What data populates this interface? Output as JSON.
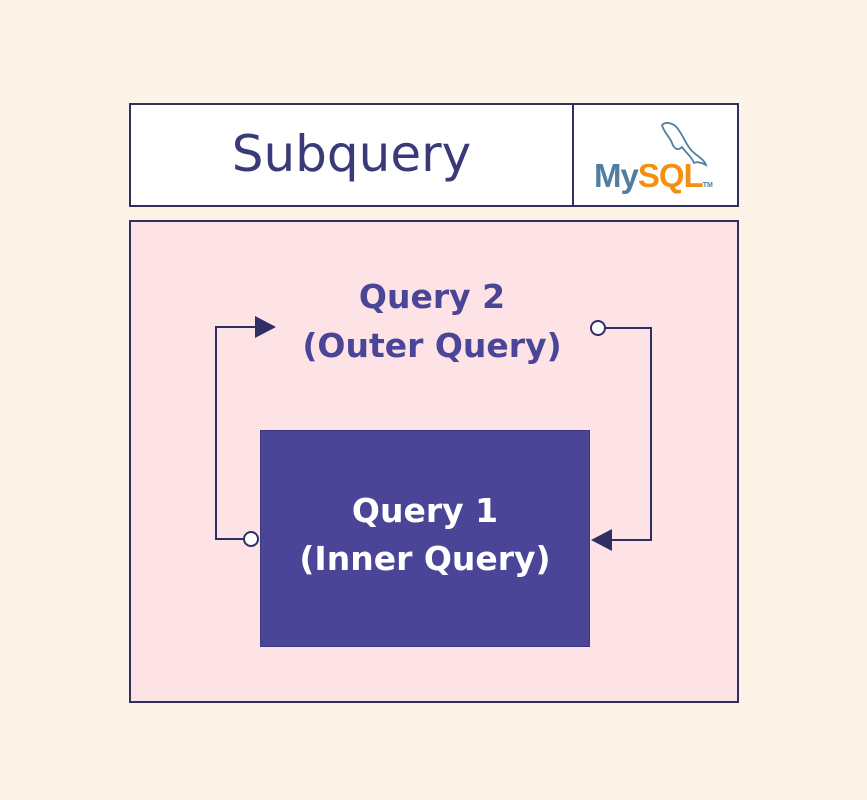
{
  "header": {
    "title": "Subquery",
    "logo": {
      "my": "My",
      "sql": "SQL",
      "tm": "TM"
    }
  },
  "outer_query": {
    "line1": "Query 2",
    "line2": "(Outer Query)"
  },
  "inner_query": {
    "line1": "Query 1",
    "line2": "(Inner Query)"
  },
  "colors": {
    "background": "#fdf3e6",
    "panel": "#fde3e6",
    "inner_box": "#4a4597",
    "line": "#2f2f63"
  }
}
